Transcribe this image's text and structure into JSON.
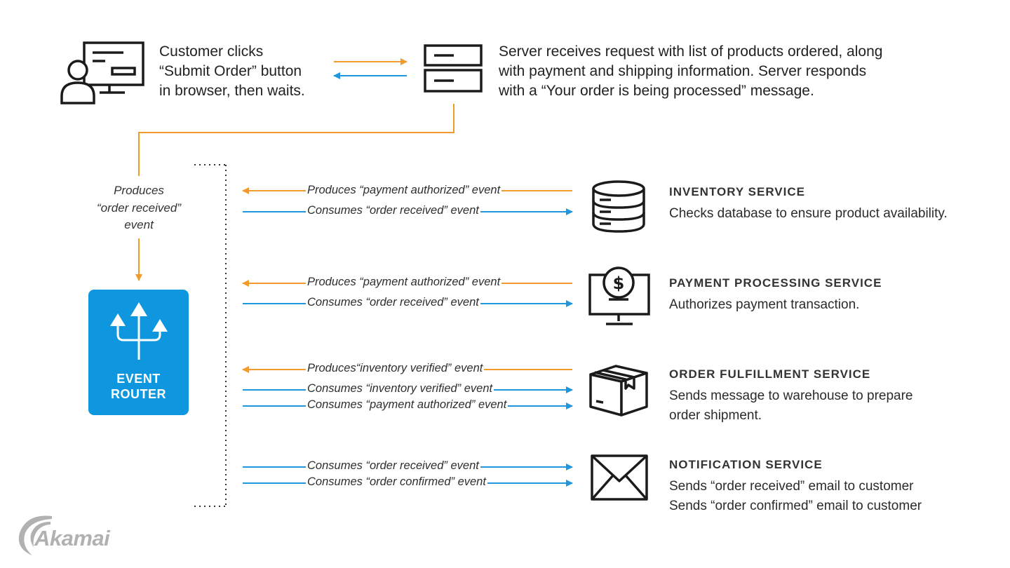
{
  "customer": {
    "lines": [
      "Customer clicks",
      "“Submit Order” button",
      "in browser, then waits."
    ]
  },
  "server": {
    "lines": [
      "Server receives request with list of products ordered, along",
      "with payment and shipping information. Server responds",
      "with a “Your order is being processed” message."
    ]
  },
  "produces_label": [
    "Produces",
    "“order received”",
    "event"
  ],
  "router": {
    "lines": [
      "EVENT",
      "ROUTER"
    ]
  },
  "services": [
    {
      "title": "INVENTORY SERVICE",
      "desc": [
        "Checks database to ensure product availability."
      ],
      "events": [
        "Produces “payment authorized” event",
        "Consumes “order received” event"
      ],
      "icon": "database-icon"
    },
    {
      "title": "PAYMENT PROCESSING SERVICE",
      "desc": [
        "Authorizes payment transaction."
      ],
      "events": [
        "Produces “payment authorized” event",
        "Consumes “order received” event"
      ],
      "icon": "payment-monitor-icon"
    },
    {
      "title": "ORDER FULFILLMENT SERVICE",
      "desc": [
        "Sends message to warehouse to prepare",
        "order shipment."
      ],
      "events": [
        "Produces“inventory verified” event",
        "Consumes “inventory verified” event",
        "Consumes “payment authorized” event"
      ],
      "icon": "package-box-icon"
    },
    {
      "title": "NOTIFICATION SERVICE",
      "desc": [
        "Sends “order received” email to customer",
        "Sends “order confirmed” email to customer"
      ],
      "events": [
        "Consumes “order received” event",
        "Consumes “order confirmed” event"
      ],
      "icon": "envelope-icon"
    }
  ],
  "logo": {
    "text": "Akamai"
  },
  "colors": {
    "produce": "#f39a2e",
    "consume": "#1f96dd",
    "router": "#0e96de",
    "ink": "#1b1b1b"
  }
}
